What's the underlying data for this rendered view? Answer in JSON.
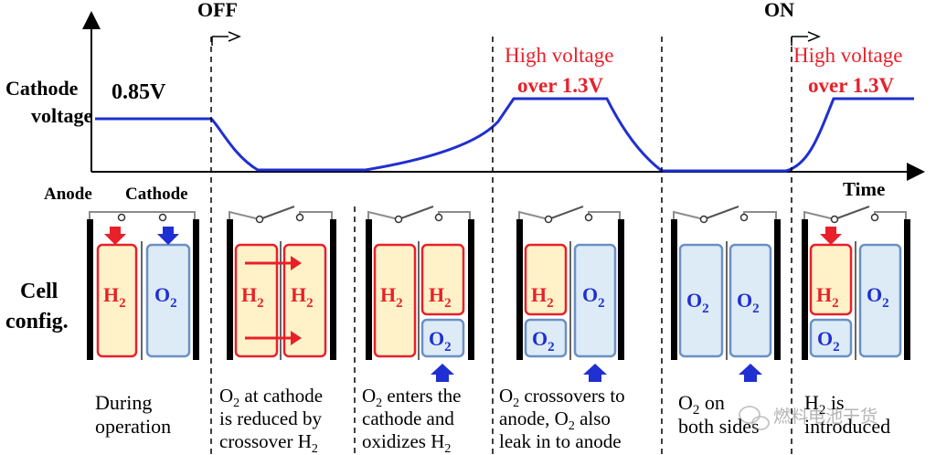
{
  "colors": {
    "curve": "#1f2fd1",
    "red": "#e8202a",
    "blue": "#1f2fd1",
    "h2_fill": "#fff2c8",
    "h2_stroke": "#e8202a",
    "o2_fill": "#dcebf6",
    "o2_stroke": "#6a90c4",
    "wire": "#8c8c8c"
  },
  "chart": {
    "y_label": [
      "Cathode",
      "voltage"
    ],
    "x_label": "Time",
    "value_label": "0.85V",
    "off_label": "OFF",
    "on_label": "ON",
    "high_voltage": [
      "High voltage",
      "over 1.3V"
    ]
  },
  "row_labels": {
    "cell_config": [
      "Cell",
      "config."
    ],
    "electrodes": [
      "Anode",
      "Cathode"
    ]
  },
  "chemistry": {
    "h": "H",
    "o": "O",
    "sub": "2"
  },
  "captions": [
    {
      "lines": [
        "During",
        "operation"
      ]
    },
    {
      "lines": [
        "at cathode",
        "is reduced by",
        "crossover H"
      ]
    },
    {
      "lines": [
        "enters the",
        "cathode and",
        "oxidizes H"
      ]
    },
    {
      "lines": [
        "crossovers to",
        "anode, O",
        "also",
        "leak in to anode"
      ]
    },
    {
      "lines": [
        "on",
        "both sides"
      ]
    },
    {
      "lines": [
        "is",
        "introduced"
      ]
    }
  ],
  "watermark": "燃料电池干货"
}
